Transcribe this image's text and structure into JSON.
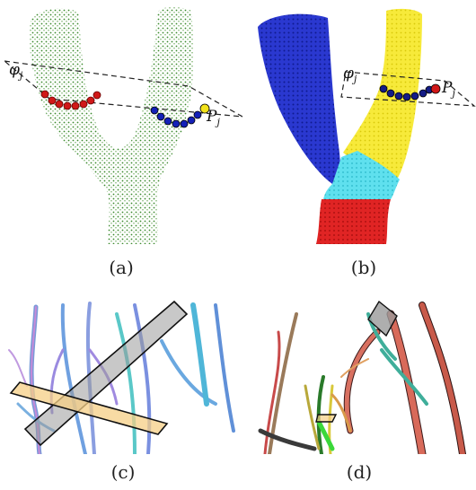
{
  "figure": {
    "captions": {
      "a": "(a)",
      "b": "(b)",
      "c": "(c)",
      "d": "(d)"
    },
    "labels": {
      "plane_a": "φ",
      "plane_a_sub": "j",
      "point_a": "P",
      "point_a_sub": "j",
      "plane_b": "φ",
      "plane_b_sub": "j",
      "point_b": "P",
      "point_b_sub": "j"
    },
    "colors": {
      "points_green": "#3c8a2e",
      "seg_blue": "#1420b8",
      "seg_yellow": "#f2e21a",
      "seg_cyan": "#3fd7e6",
      "seg_red": "#d91a1a",
      "ring_red": "#d01818",
      "ring_navy": "#141c86",
      "plane_gray": "#9a9a9a",
      "plane_orange": "#f6cf86"
    }
  }
}
